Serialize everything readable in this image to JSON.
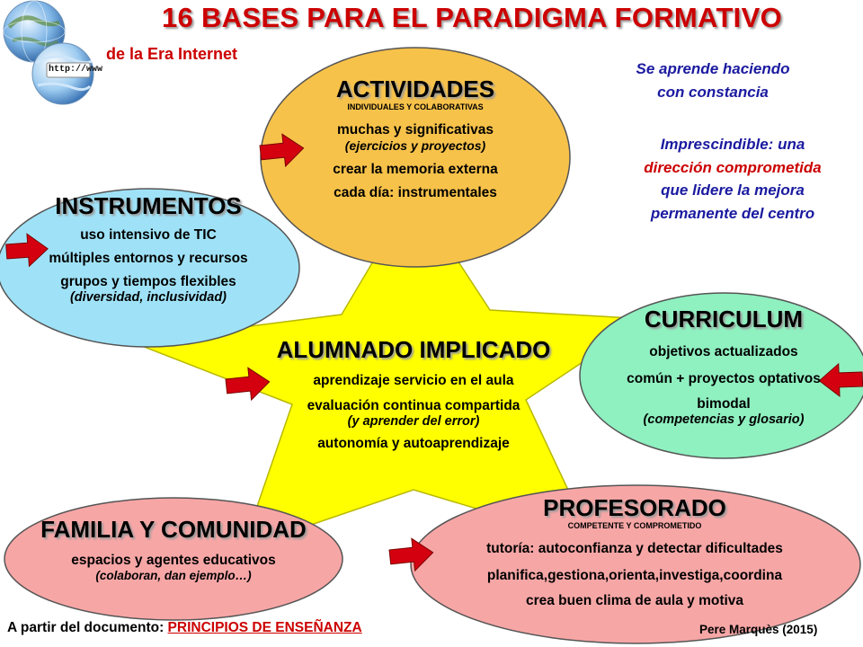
{
  "title": "16 BASES PARA EL  PARADIGMA FORMATIVO",
  "subtitle": "de la Era Internet",
  "globe_label": "http://www",
  "note_top": {
    "line1": "Se aprende haciendo",
    "line2": "con constancia"
  },
  "note_mid": {
    "line1": "Imprescindible: una",
    "line2": "dirección comprometida",
    "line3": "que lidere la mejora",
    "line4": "permanente del centro"
  },
  "actividades": {
    "heading": "ACTIVIDADES",
    "sub": "INDIVIDUALES Y COLABORATIVAS",
    "line1": "muchas y significativas",
    "line2": "(ejercicios y proyectos)",
    "line3": "crear la memoria externa",
    "line4": "cada día: instrumentales"
  },
  "instrumentos": {
    "heading": "INSTRUMENTOS",
    "line1": "uso intensivo de TIC",
    "line2": "múltiples entornos y recursos",
    "line3": "grupos y tiempos flexibles",
    "line4": "(diversidad, inclusividad)"
  },
  "curriculum": {
    "heading": "CURRICULUM",
    "line1": "objetivos actualizados",
    "line2": "común + proyectos optativos",
    "line3": "bimodal",
    "line4": "(competencias y glosario)"
  },
  "alumnado": {
    "heading": "ALUMNADO IMPLICADO",
    "line1": "aprendizaje servicio en el aula",
    "line2": "evaluación continua compartida",
    "line3": "(y aprender del error)",
    "line4": "autonomía y autoaprendizaje"
  },
  "familia": {
    "heading": "FAMILIA Y COMUNIDAD",
    "line1": "espacios y agentes educativos",
    "line2": "(colaboran, dan ejemplo…)"
  },
  "profesorado": {
    "heading": "PROFESORADO",
    "sub": "COMPETENTE Y COMPROMETIDO",
    "line1_a": "tutoría",
    "line1_b": ": autoconfianza y detectar dificultades",
    "line2": "planifica,gestiona,orienta,investiga,coordina",
    "line3": "crea buen clima de aula y motiva"
  },
  "footer": {
    "prefix": "A partir del documento: ",
    "link": "PRINCIPIOS DE ENSEÑANZA"
  },
  "credit": "Pere Marquès (2015)",
  "colors": {
    "title_red": "#cc0000",
    "note_blue": "#1a1aa0",
    "star": "#ffff00",
    "actividades": "#f7c24a",
    "instrumentos": "#9fe2f7",
    "curriculum": "#8ff0c0",
    "familia": "#f7a6a6",
    "profesorado": "#f7a6a6",
    "arrow": "#d40010"
  }
}
